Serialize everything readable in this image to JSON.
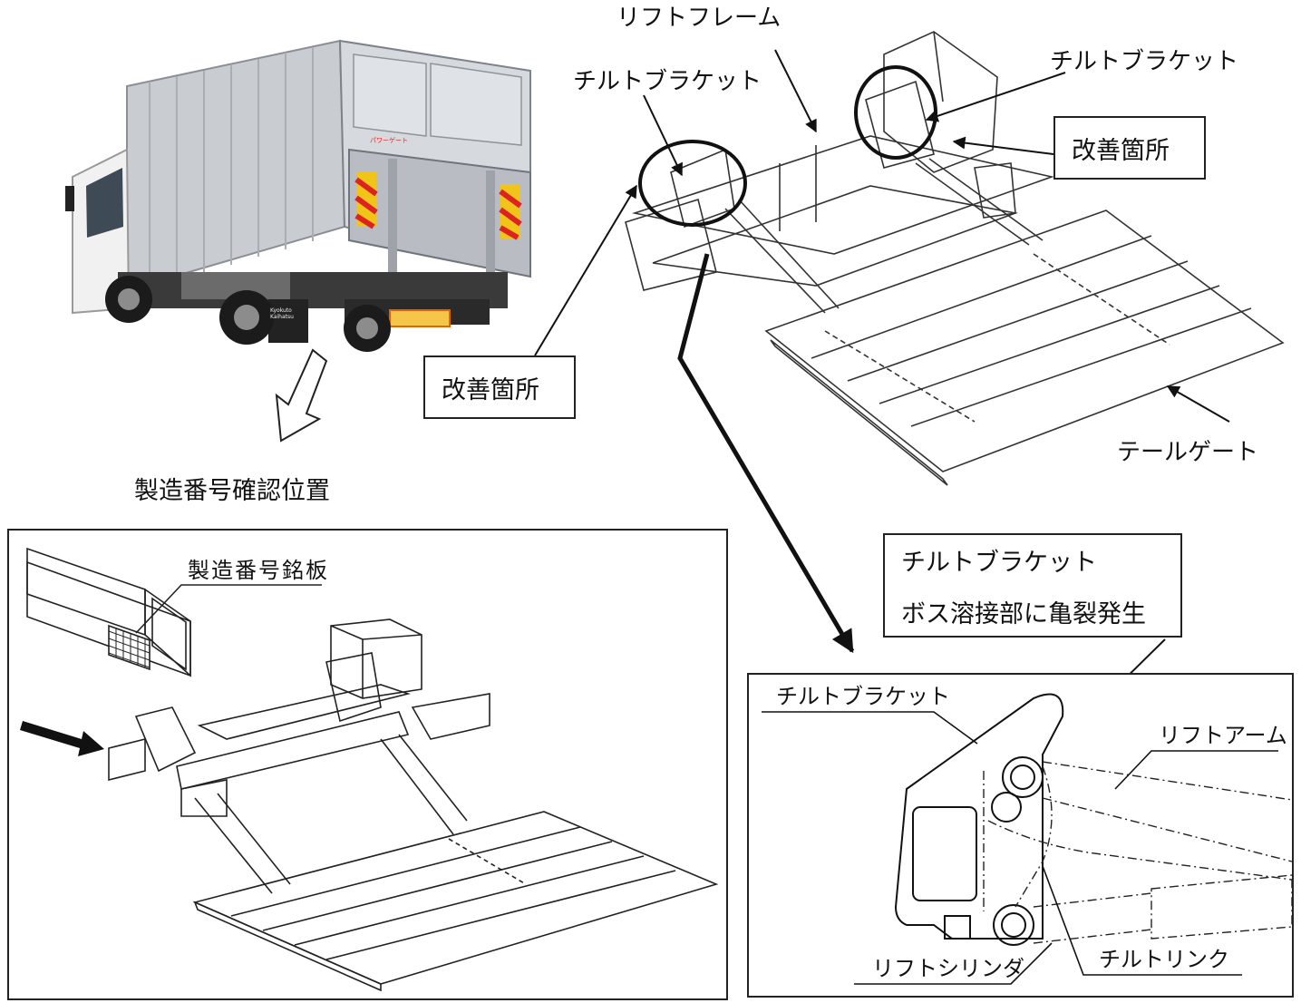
{
  "labels": {
    "lift_frame": "リフトフレーム",
    "tilt_bracket_left": "チルトブラケット",
    "tilt_bracket_right": "チルトブラケット",
    "improvement_right": "改善箇所",
    "improvement_left": "改善箇所",
    "tail_gate": "テールゲート",
    "serial_check_position": "製造番号確認位置",
    "crack_box_line1": "チルトブラケット",
    "crack_box_line2": "ボス溶接部に亀裂発生",
    "nameplate": "製造番号銘板"
  },
  "detail": {
    "tilt_bracket": "チルトブラケット",
    "lift_arm": "リフトアーム",
    "lift_cylinder": "リフトシリンダ",
    "tilt_link": "チルトリンク"
  },
  "truck": {
    "brand_mark": "パワーゲート",
    "mudflap_text": "Kyokuto Kaihatsu"
  }
}
